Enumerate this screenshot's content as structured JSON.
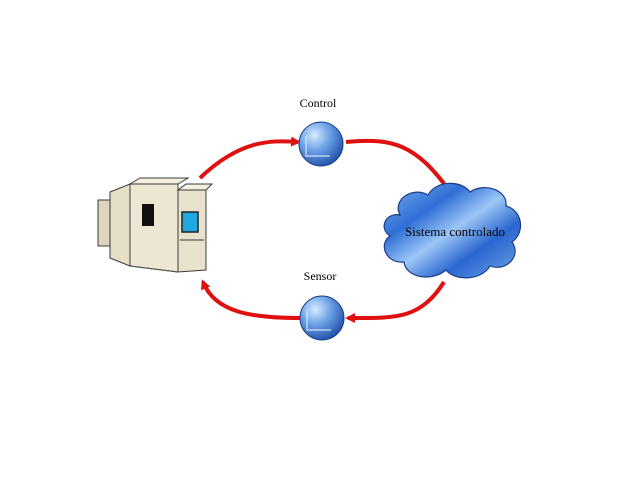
{
  "diagram": {
    "nodes": {
      "control": {
        "label": "Control",
        "icon": "blue-sphere-icon"
      },
      "sensor": {
        "label": "Sensor",
        "icon": "blue-sphere-icon"
      },
      "system": {
        "label": "Sistema controlado",
        "icon": "cloud-icon"
      },
      "computer": {
        "icon": "mainframe-computer-icon"
      }
    },
    "connections": [
      {
        "from": "computer",
        "to": "control"
      },
      {
        "from": "control",
        "to": "system"
      },
      {
        "from": "system",
        "to": "sensor"
      },
      {
        "from": "sensor",
        "to": "computer"
      }
    ],
    "colors": {
      "arrow": "#e01010",
      "sphere": "#4a7fd6",
      "cloud": "#3a78d8",
      "computer": "#ece6d2"
    }
  }
}
